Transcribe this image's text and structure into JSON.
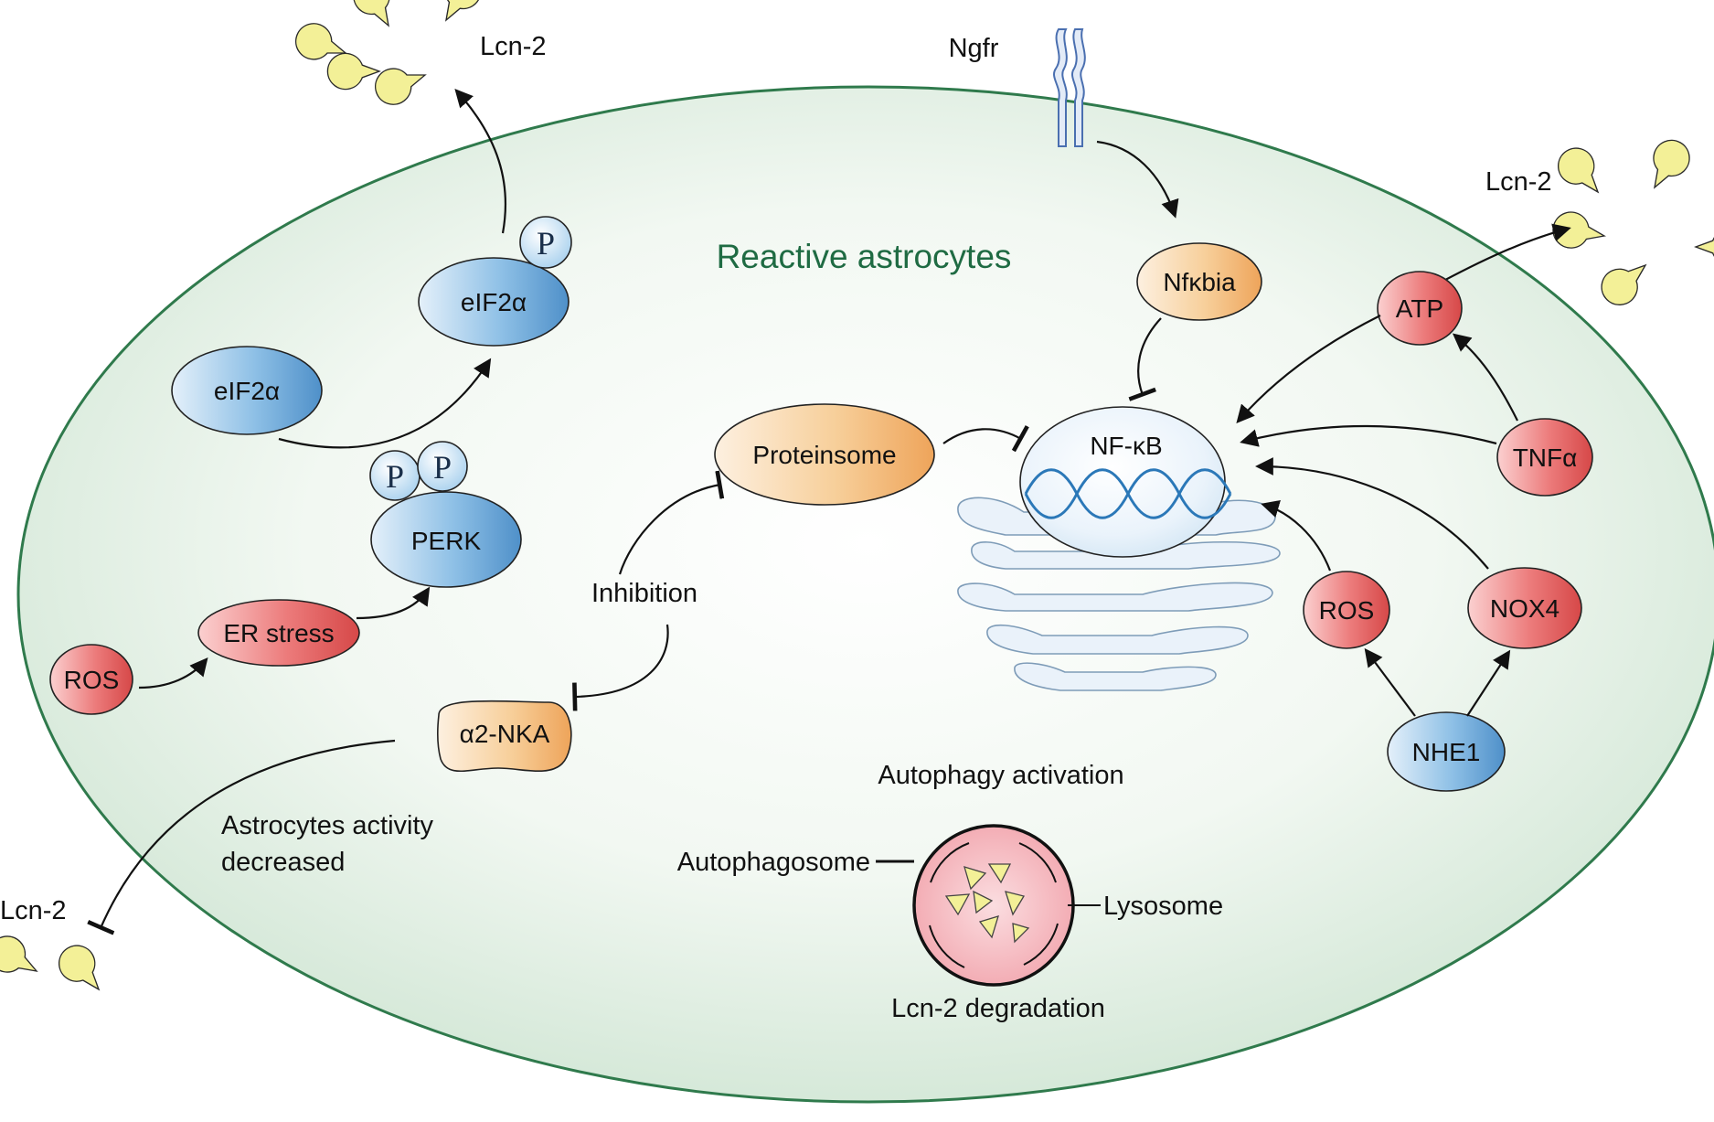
{
  "title": "Reactive astrocytes",
  "receptor_label": "Ngfr",
  "lcn2": {
    "top_left": "Lcn-2",
    "top_right": "Lcn-2",
    "bottom_left": "Lcn-2"
  },
  "nodes": {
    "eif2a_phos": "eIF2α",
    "eif2a": "eIF2α",
    "perk": "PERK",
    "er_stress": "ER stress",
    "ros_left": "ROS",
    "a2nka": "α2-NKA",
    "proteinsome": "Proteinsome",
    "nfkbia": "Nfκbia",
    "nfkb": "NF-κB",
    "atp": "ATP",
    "tnfa": "TNFα",
    "ros_right": "ROS",
    "nox4": "NOX4",
    "nhe1": "NHE1"
  },
  "phospho": "P",
  "labels": {
    "inhibition": "Inhibition",
    "activity_line1": "Astrocytes activity",
    "activity_line2": "decreased",
    "autophagy_activation": "Autophagy activation",
    "autophagosome": "Autophagosome",
    "lysosome": "Lysosome",
    "degradation": "Lcn-2 degradation"
  },
  "colors": {
    "cell_fill": "#e6f1e7",
    "cell_stroke": "#2f7a4c",
    "red_node": "#e46a6a",
    "blue_node": "#6aa7d6",
    "orange_node": "#f4c58c",
    "lysosome_fill": "#f6b9bf"
  }
}
